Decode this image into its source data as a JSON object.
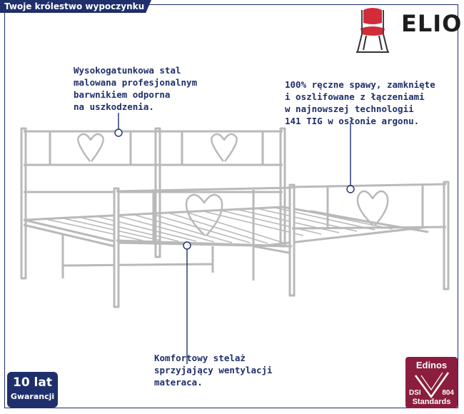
{
  "header": {
    "title": "Twoje królestwo wypoczynku"
  },
  "brand": {
    "name": "ELIOR",
    "logo_icon": "chair-icon",
    "color": "#d22b3a"
  },
  "annotations": [
    {
      "text": "Wysokogatunkowa stal\nmalowana profesjonalnym\nbarwnikiem odporna\nna uszkodzenia."
    },
    {
      "text": "100% ręczne spawy, zamknięte\ni oszlifowane z łączeniami\nw najnowszej technologii\n141 TIG w osłonie argonu."
    },
    {
      "text": "Komfortowy stelaż\nsprzyjający wentylacji\nmateraca."
    }
  ],
  "warranty": {
    "line1": "10 lat",
    "line2": "Gwarancji"
  },
  "certificate": {
    "brand": "Edinos",
    "left": "DSI",
    "right": "804",
    "footer": "Standards"
  },
  "colors": {
    "navy": "#1f2f6b",
    "maroon": "#8b1e3f",
    "bed_stroke": "#b9b9b9"
  }
}
